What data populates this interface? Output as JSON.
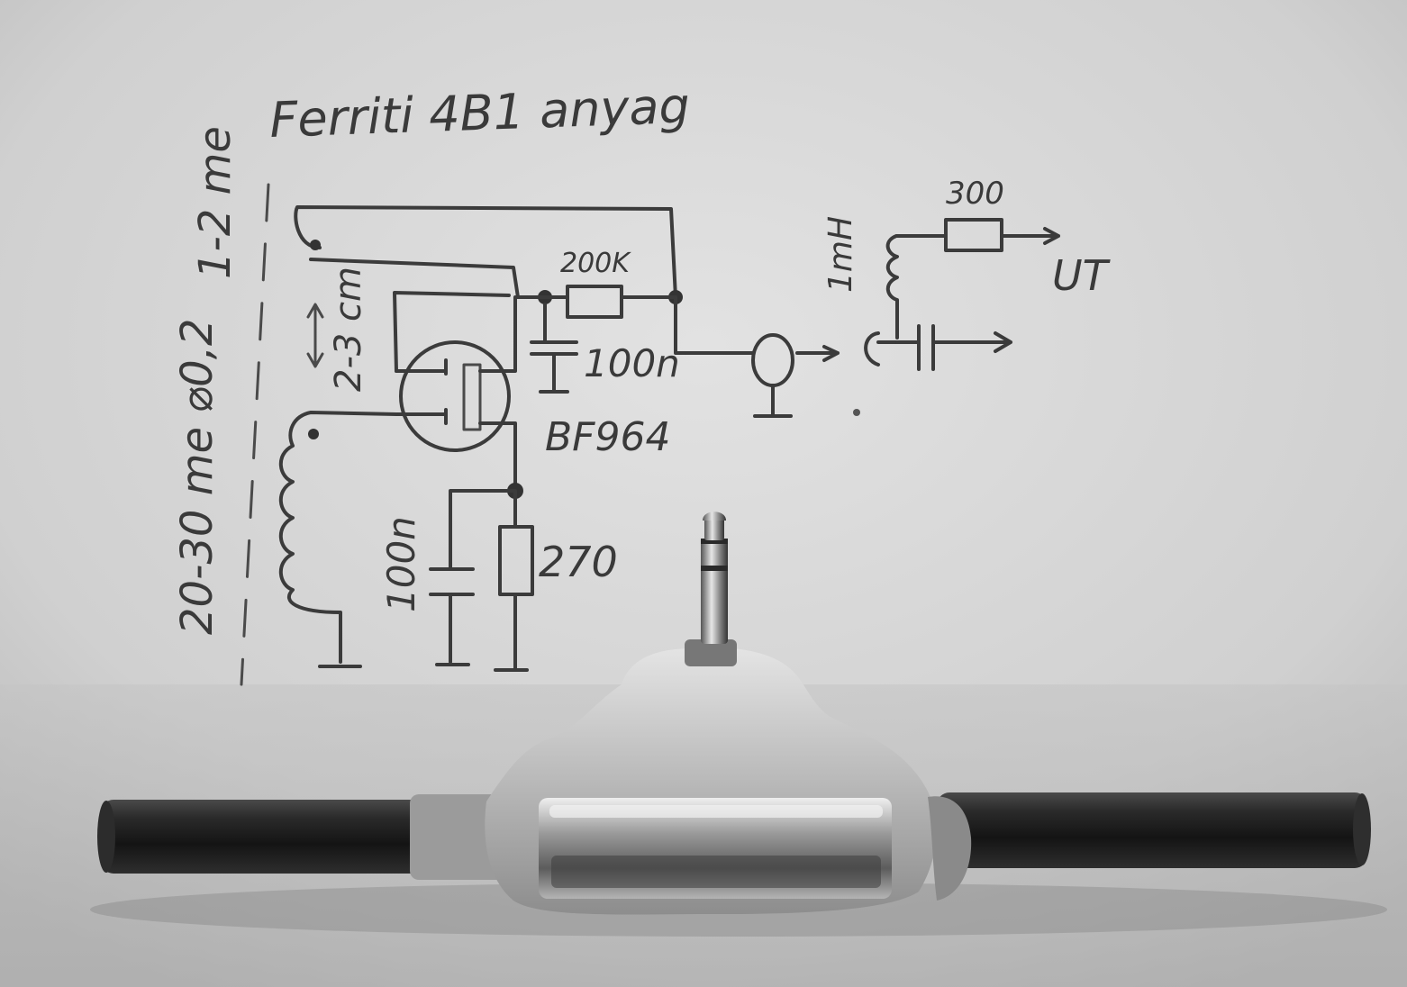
{
  "sketch": {
    "title": "Ferriti 4B1 anyag",
    "winding_small": "1-2 me",
    "winding_large": "20-30 me ⌀0,2",
    "spacing": "2-3 cm",
    "resistor_bias": "200K",
    "cap_coupling": "100n",
    "transistor": "BF964",
    "cap_source": "100n",
    "resistor_source": "270",
    "inductor": "1mH",
    "resistor_supply": "300",
    "supply_label": "UT"
  },
  "colors": {
    "paper": "#d4d4d4",
    "ink": "#3b3b3b",
    "rod": "#1e1e1e",
    "glue": "#c8c8c8"
  }
}
